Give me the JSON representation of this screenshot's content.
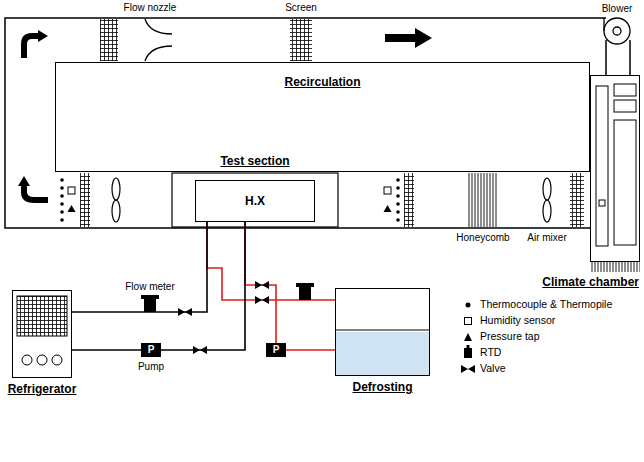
{
  "diagram": {
    "nodes": [
      {
        "text": [
          "Recirculation"
        ]
      },
      {
        "text": [
          "H.X"
        ]
      },
      {
        "text": [
          "Climate chamber"
        ]
      },
      {
        "text": [
          "Refrigerator"
        ]
      },
      {
        "text": [
          "Defrosting"
        ]
      },
      {
        "text": [
          "P"
        ]
      },
      {
        "text": [
          "P"
        ]
      }
    ],
    "edges": [
      {
        "from": 3,
        "to": 1,
        "arrow": "none"
      },
      {
        "from": 1,
        "to": 5,
        "arrow": "none"
      },
      {
        "from": 5,
        "to": 3,
        "arrow": "none"
      },
      {
        "from": 4,
        "to": 1,
        "arrow": "none"
      },
      {
        "from": 1,
        "to": 6,
        "arrow": "none"
      },
      {
        "from": 6,
        "to": 4,
        "arrow": "none"
      }
    ],
    "labels": [
      "Flow nozzle",
      "Screen",
      "Blower",
      "Test section",
      "Honeycomb",
      "Air mixer",
      "Flow meter",
      "Pump"
    ],
    "legend": [
      {
        "text": "Thermocouple & Thermopile"
      },
      {
        "text": "Humidity sensor"
      },
      {
        "text": "Pressure tap"
      },
      {
        "text": "RTD"
      },
      {
        "text": "Valve"
      }
    ]
  }
}
